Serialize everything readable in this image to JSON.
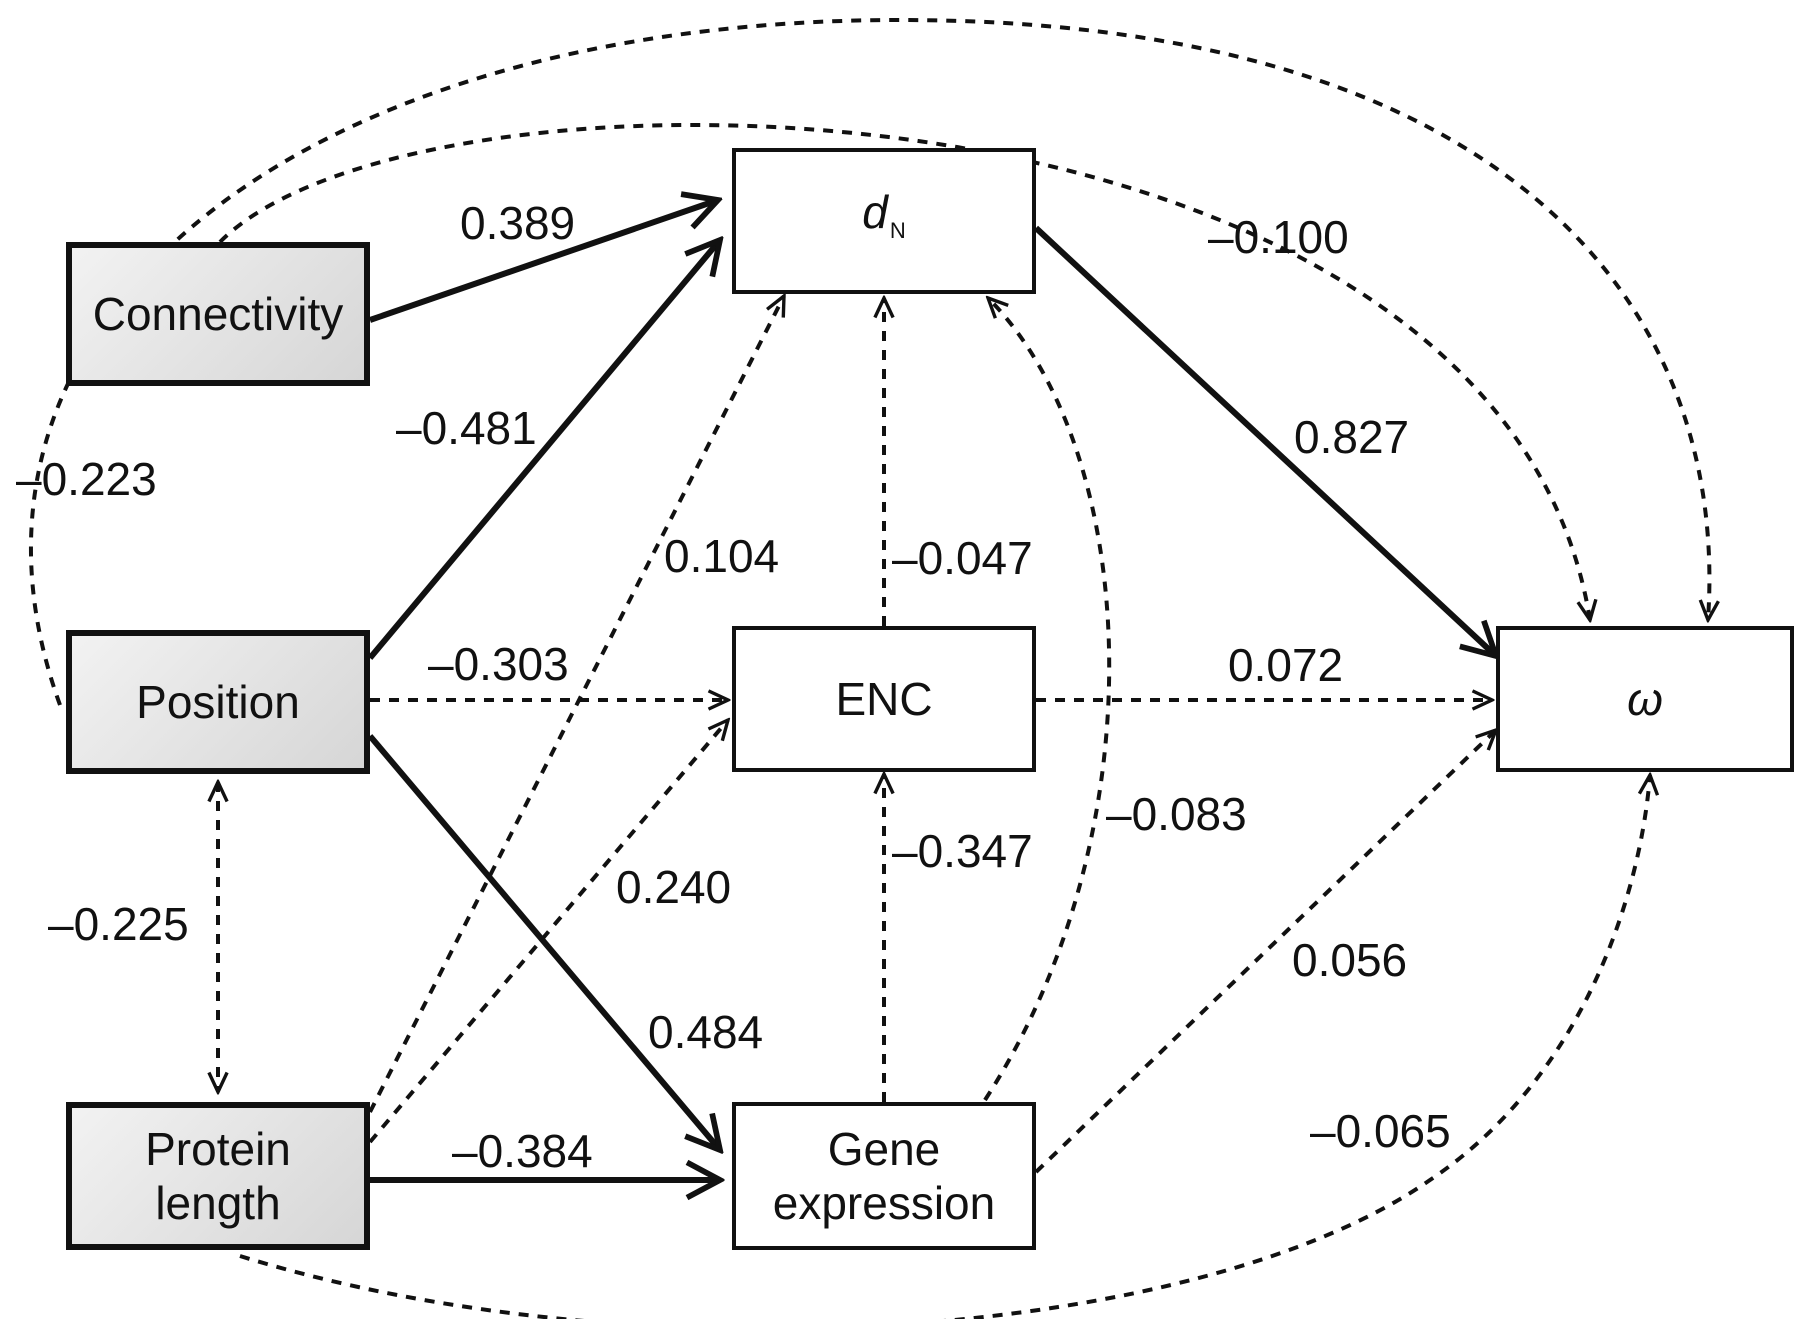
{
  "nodes": {
    "connectivity": "Connectivity",
    "position": "Position",
    "protein_length_line1": "Protein",
    "protein_length_line2": "length",
    "dn_main": "d",
    "dn_sub": "N",
    "enc": "ENC",
    "gene_expression_line1": "Gene",
    "gene_expression_line2": "expression",
    "omega": "ω"
  },
  "coefficients": {
    "connectivity_dn": "0.389",
    "position_dn": "–0.481",
    "length_dn": "0.104",
    "position_enc": "–0.303",
    "length_enc": "0.240",
    "position_gene": "0.484",
    "length_gene": "–0.384",
    "enc_dn": "–0.047",
    "gene_enc": "–0.347",
    "gene_dn": "–0.083",
    "dn_omega": "0.827",
    "enc_omega": "0.072",
    "gene_omega": "0.056",
    "connectivity_omega": "–0.100",
    "position_omega": "–0.223",
    "position_length": "–0.225",
    "length_omega": "–0.065"
  }
}
